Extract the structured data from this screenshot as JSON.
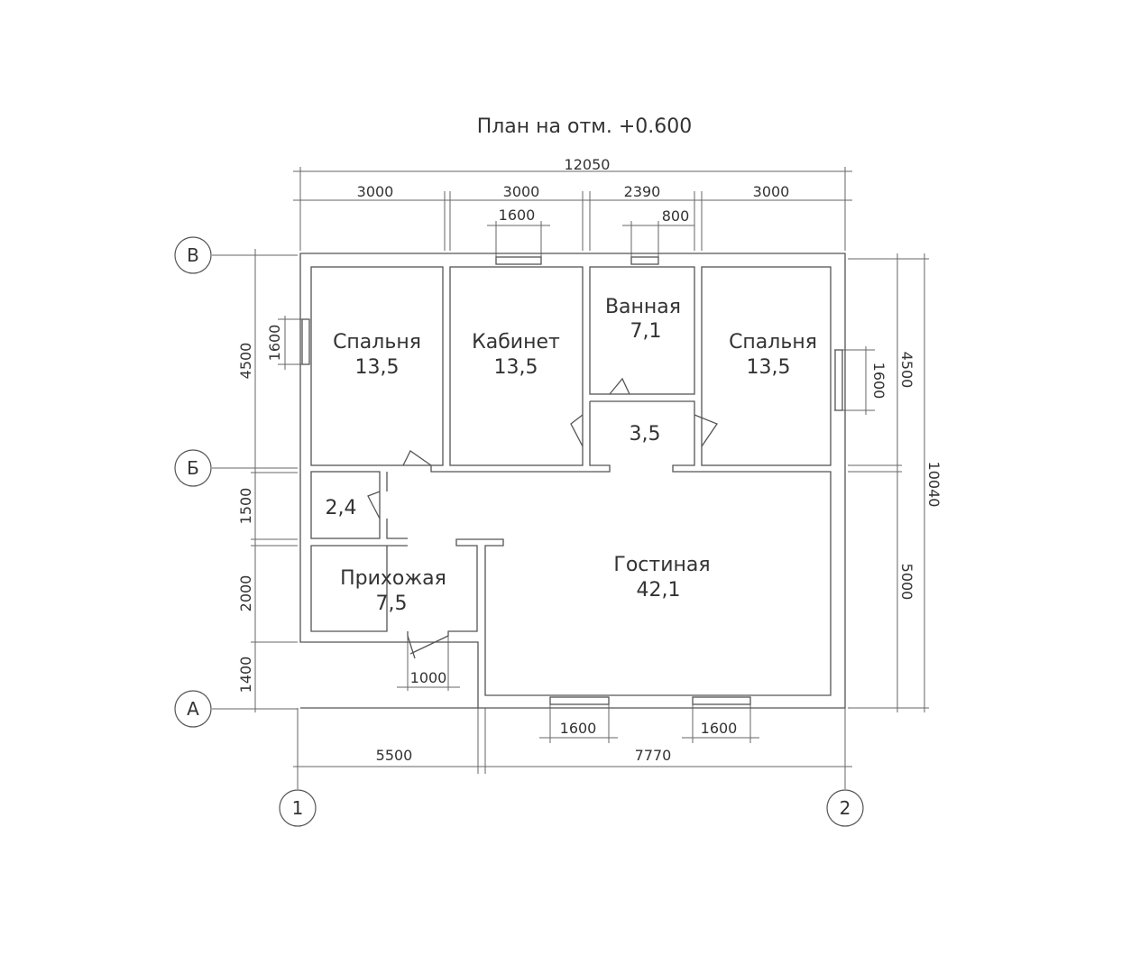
{
  "title": "План на отм. +0.600",
  "axes": {
    "v": [
      "В",
      "Б",
      "А"
    ],
    "h": [
      "1",
      "2"
    ]
  },
  "dims_top": {
    "total": "12050",
    "segments": [
      "3000",
      "3000",
      "2390",
      "3000"
    ],
    "window1": "1600",
    "window2": "800"
  },
  "dims_left": [
    "4500",
    "1500",
    "2000",
    "1400"
  ],
  "dims_left_window": "1600",
  "dims_right": [
    "4500",
    "5000"
  ],
  "dims_right_total": "10040",
  "dims_right_window": "1600",
  "dims_bottom": [
    "5500",
    "7770"
  ],
  "dims_bottom_windows": [
    "1600",
    "1600"
  ],
  "door_entrance": "1000",
  "rooms": [
    {
      "name": "Спальня",
      "area": "13,5"
    },
    {
      "name": "Кабинет",
      "area": "13,5"
    },
    {
      "name": "Ванная",
      "area": "7,1"
    },
    {
      "name": "Спальня",
      "area": "13,5"
    },
    {
      "name": "",
      "area": "3,5"
    },
    {
      "name": "",
      "area": "2,4"
    },
    {
      "name": "Прихожая",
      "area": "7,5"
    },
    {
      "name": "Гостиная",
      "area": "42,1"
    }
  ]
}
